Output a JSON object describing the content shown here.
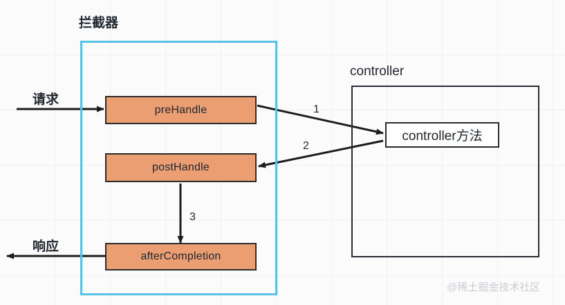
{
  "diagram": {
    "title_groups": {
      "interceptor_label": "拦截器",
      "controller_label": "controller"
    },
    "nodes": [
      {
        "id": "pre-handle",
        "label": "preHandle"
      },
      {
        "id": "post-handle",
        "label": "postHandle"
      },
      {
        "id": "after-completion",
        "label": "afterCompletion"
      },
      {
        "id": "controller-method",
        "label": "controller方法"
      }
    ],
    "io_labels": {
      "request": "请求",
      "response": "响应"
    },
    "step_numbers": {
      "one": "1",
      "two": "2",
      "three": "3"
    },
    "colors": {
      "node_fill": "#eb9e72",
      "node_border": "#2b2b2b",
      "interceptor_border": "#57c2e8",
      "controller_border": "#262b33",
      "arrow": "#1c1c1c",
      "background": "#fbfbfc",
      "grid": "#eef0f2",
      "watermark": "#c9ccd1"
    },
    "watermark": "@稀土掘金技术社区"
  }
}
